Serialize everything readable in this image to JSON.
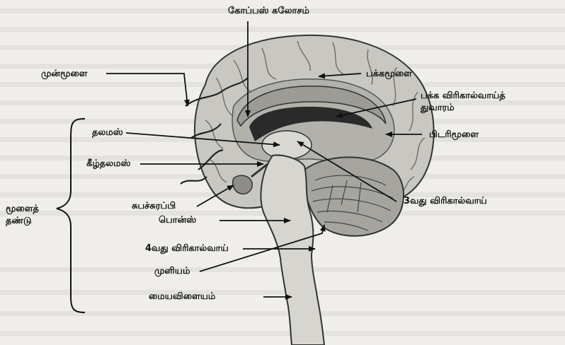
{
  "labels": {
    "corpus_callosum": "கோப்பஸ் கலோசம்",
    "frontal_lobe": "முன்மூளை",
    "parietal_lobe": "பக்கமூளை",
    "lateral_ventricle_line1": "பக்க விரிகால்வாய்த்",
    "lateral_ventricle_line2": "துவாரம்",
    "thalamus": "தலமஸ்",
    "occipital_lobe": "பிடரிமூளை",
    "hypothalamus": "கீழ்தலமஸ்",
    "brainstem_line1": "மூளைத்",
    "brainstem_line2": "தண்டு",
    "pituitary": "சுபச்சுரப்பி",
    "third_ventricle": "3வது விரிகால்வாய்",
    "pons": "பொன்ஸ்",
    "fourth_ventricle": "4வது விரிகால்வாய்",
    "medulla": "முளியம்",
    "spinal_cord": "மையவிளையம்"
  },
  "colors": {
    "background": "#efeeea",
    "cortex": "#c8c7c2",
    "inner": "#b2b1ac",
    "ventricle": "#2a2a2a",
    "line": "#111111"
  }
}
